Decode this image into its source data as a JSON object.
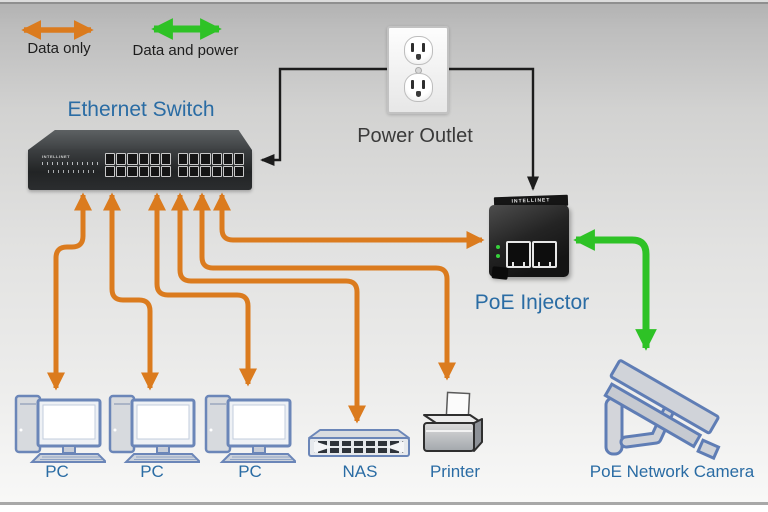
{
  "legend": {
    "items": [
      {
        "id": "data_only",
        "label": "Data only",
        "color": "#DB7B1E"
      },
      {
        "id": "data_and_power",
        "label": "Data and power",
        "color": "#2EC226"
      }
    ]
  },
  "colors": {
    "data_only_arrow": "#DB7B1E",
    "data_and_power_arrow": "#2EC226",
    "power_line": "#1c1c1c",
    "device_label_blue": "#2A6CA4"
  },
  "nodes": {
    "ethernet_switch": {
      "label": "Ethernet Switch",
      "brand": "INTELLINET"
    },
    "power_outlet": {
      "label": "Power Outlet"
    },
    "poe_injector": {
      "label": "PoE Injector",
      "brand": "INTELLINET"
    },
    "devices": [
      {
        "id": "pc1",
        "label": "PC"
      },
      {
        "id": "pc2",
        "label": "PC"
      },
      {
        "id": "pc3",
        "label": "PC"
      },
      {
        "id": "nas",
        "label": "NAS"
      },
      {
        "id": "printer",
        "label": "Printer"
      },
      {
        "id": "poe_network_camera",
        "label": "PoE Network Camera"
      }
    ]
  },
  "connections": [
    {
      "from": "ethernet_switch",
      "to": "pc1",
      "type": "data_only",
      "bidirectional": true
    },
    {
      "from": "ethernet_switch",
      "to": "pc2",
      "type": "data_only",
      "bidirectional": true
    },
    {
      "from": "ethernet_switch",
      "to": "pc3",
      "type": "data_only",
      "bidirectional": true
    },
    {
      "from": "ethernet_switch",
      "to": "nas",
      "type": "data_only",
      "bidirectional": true
    },
    {
      "from": "ethernet_switch",
      "to": "printer",
      "type": "data_only",
      "bidirectional": true
    },
    {
      "from": "ethernet_switch",
      "to": "poe_injector",
      "type": "data_only",
      "bidirectional": true
    },
    {
      "from": "poe_injector",
      "to": "poe_network_camera",
      "type": "data_and_power",
      "bidirectional": true
    },
    {
      "from": "power_outlet",
      "to": "ethernet_switch",
      "type": "power",
      "bidirectional": false
    },
    {
      "from": "power_outlet",
      "to": "poe_injector",
      "type": "power",
      "bidirectional": false
    }
  ]
}
